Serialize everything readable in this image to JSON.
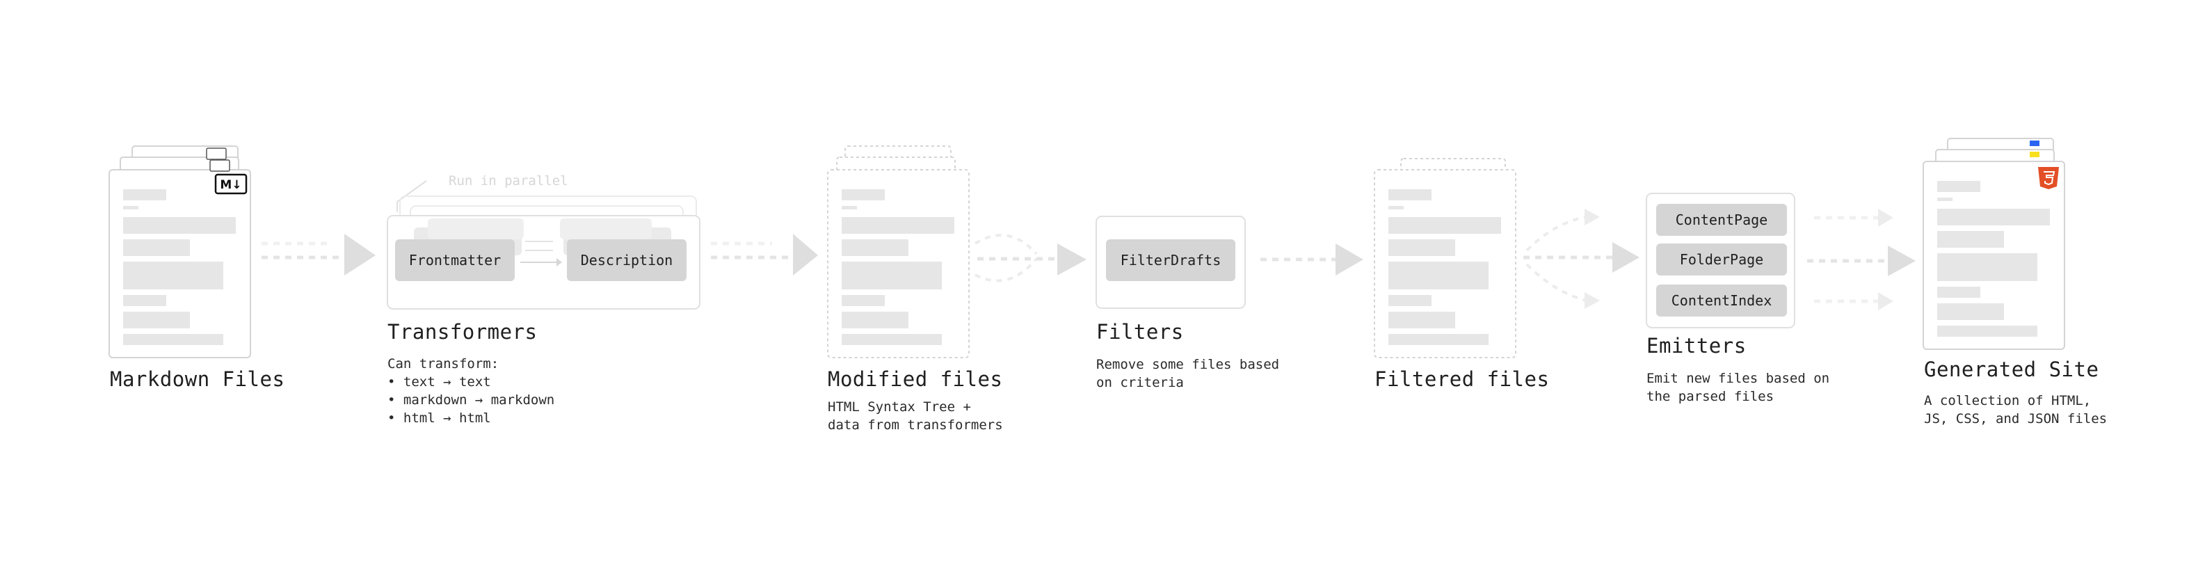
{
  "markdown": {
    "title": "Markdown Files",
    "badge": "M↓"
  },
  "transformers": {
    "title": "Transformers",
    "parallel_note": "Run in parallel",
    "plugin_1": "Frontmatter",
    "plugin_2": "Description",
    "desc": [
      "Can transform:",
      "• text → text",
      "• markdown → markdown",
      "• html → html"
    ]
  },
  "modified": {
    "title": "Modified files",
    "desc": [
      "HTML Syntax Tree +",
      "data from transformers"
    ]
  },
  "filters": {
    "title": "Filters",
    "plugin": "FilterDrafts",
    "desc": [
      "Remove some files based",
      "on criteria"
    ]
  },
  "filtered": {
    "title": "Filtered files"
  },
  "emitters": {
    "title": "Emitters",
    "plugins": [
      "ContentPage",
      "FolderPage",
      "ContentIndex"
    ],
    "desc": [
      "Emit new files based on",
      "the parsed files"
    ]
  },
  "generated": {
    "title": "Generated Site",
    "desc": [
      "A collection of HTML,",
      "JS, CSS, and JSON files"
    ]
  },
  "colors": {
    "html5_badge": "#e34f26",
    "css_badge": "#2965f1",
    "js_badge": "#f7df1e"
  }
}
